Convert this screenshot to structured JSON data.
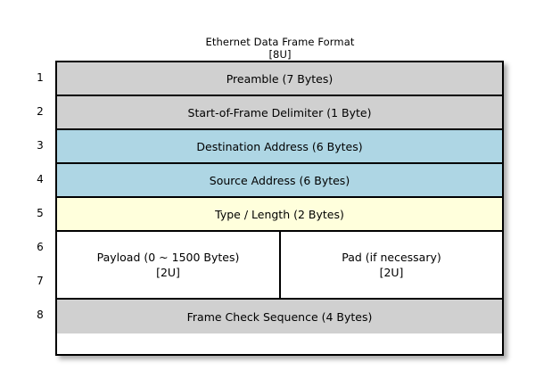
{
  "title": {
    "main": "Ethernet Data Frame Format",
    "sub": "[8U]"
  },
  "colors": {
    "gray": "#d0d0d0",
    "blue": "#aed6e4",
    "yellow": "#ffffdc",
    "white": "#ffffff",
    "border": "#000000",
    "background": "#ffffff"
  },
  "row_numbers": [
    "1",
    "2",
    "3",
    "4",
    "5",
    "6",
    "7",
    "8"
  ],
  "rows": [
    {
      "number": "1",
      "fill": "gray",
      "cells": [
        {
          "lines": [
            "Preamble (7 Bytes)"
          ]
        }
      ]
    },
    {
      "number": "2",
      "fill": "gray",
      "cells": [
        {
          "lines": [
            "Start-of-Frame Delimiter (1 Byte)"
          ]
        }
      ]
    },
    {
      "number": "3",
      "fill": "blue",
      "cells": [
        {
          "lines": [
            "Destination Address (6 Bytes)"
          ]
        }
      ]
    },
    {
      "number": "4",
      "fill": "blue",
      "cells": [
        {
          "lines": [
            "Source Address (6 Bytes)"
          ]
        }
      ]
    },
    {
      "number": "5",
      "fill": "yellow",
      "cells": [
        {
          "lines": [
            "Type / Length (2 Bytes)"
          ]
        }
      ]
    },
    {
      "number": "6,7",
      "fill": "white",
      "cells": [
        {
          "lines": [
            "Payload (0 ~ 1500 Bytes)",
            "[2U]"
          ]
        },
        {
          "lines": [
            "Pad (if necessary)",
            "[2U]"
          ]
        }
      ]
    },
    {
      "number": "8",
      "fill": "gray",
      "cells": [
        {
          "lines": [
            "Frame Check Sequence (4 Bytes)"
          ]
        }
      ]
    }
  ]
}
